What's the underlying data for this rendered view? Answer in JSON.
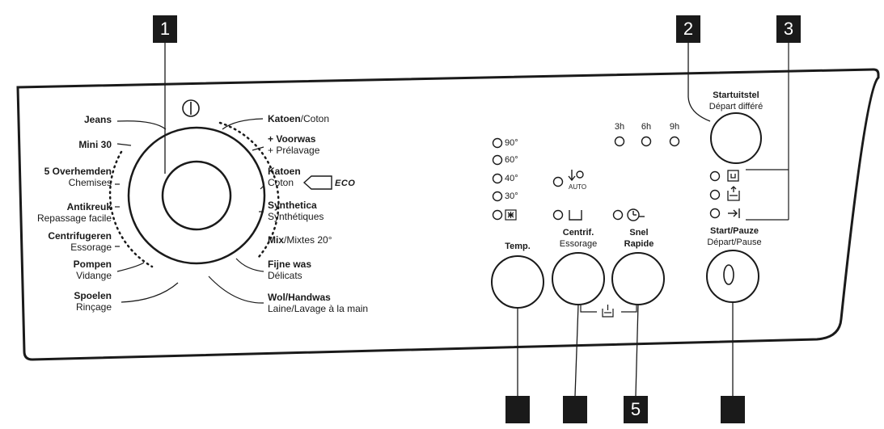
{
  "callouts": {
    "c1": "1",
    "c2": "2",
    "c3": "3",
    "c4": "",
    "c5": "",
    "c6": "5",
    "c7": ""
  },
  "left_programs": [
    {
      "nl": "Jeans",
      "fr": ""
    },
    {
      "nl": "Mini 30",
      "fr": ""
    },
    {
      "nl": "5 Overhemden",
      "fr": "Chemises"
    },
    {
      "nl": "Antikreuk",
      "fr": "Repassage facile"
    },
    {
      "nl": "Centrifugeren",
      "fr": "Essorage"
    },
    {
      "nl": "Pompen",
      "fr": "Vidange"
    },
    {
      "nl": "Spoelen",
      "fr": "Rinçage"
    }
  ],
  "right_programs": [
    {
      "nl": "Katoen",
      "fr": "/Coton"
    },
    {
      "nl": "+ Voorwas",
      "fr": "+ Prélavage"
    },
    {
      "nl": "Katoen",
      "fr": "Coton",
      "badge": "ECO"
    },
    {
      "nl": "Synthetica",
      "fr": "Synthétiques"
    },
    {
      "nl": "Mix",
      "fr": "/Mixtes 20°"
    },
    {
      "nl": "Fijne was",
      "fr": "Délicats"
    },
    {
      "nl": "Wol/Handwas",
      "fr": "Laine/Lavage à la main"
    }
  ],
  "temperatures": [
    "90°",
    "60°",
    "40°",
    "30°"
  ],
  "auto_label": "AUTO",
  "delays": [
    "3h",
    "6h",
    "9h"
  ],
  "buttons": {
    "temp": "Temp.",
    "centrif_nl": "Centrif.",
    "centrif_fr": "Essorage",
    "snel_nl": "Snel",
    "snel_fr": "Rapide",
    "startuitstel_nl": "Startuitstel",
    "startuitstel_fr": "Départ différé",
    "start_nl": "Start/Pauze",
    "start_fr": "Départ/Pause"
  },
  "colors": {
    "ink": "#1a1a1a",
    "background": "#ffffff"
  }
}
